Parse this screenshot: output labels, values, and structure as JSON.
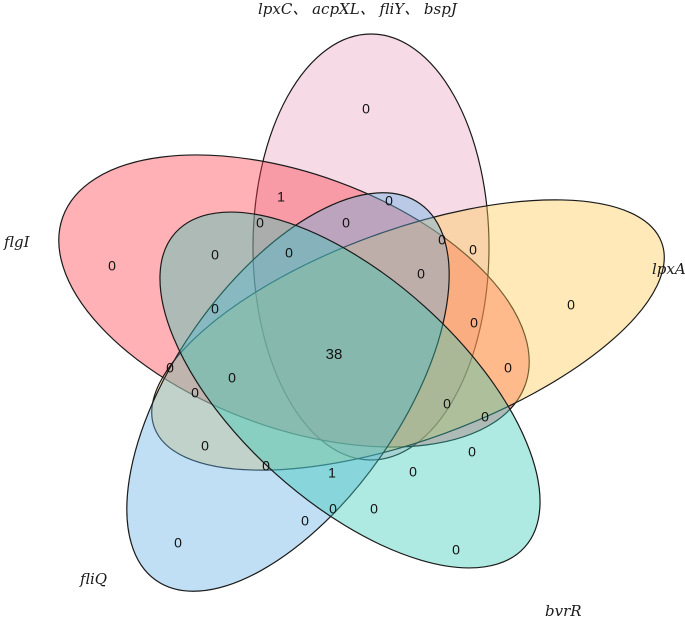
{
  "sets": [
    {
      "id": "set-a",
      "name": "lpxC、 acpXL、 fliY、 bspJ",
      "color": "#E8A6C0"
    },
    {
      "id": "set-b",
      "name": "flgI",
      "color": "#FF3B47"
    },
    {
      "id": "set-c",
      "name": "lpxA",
      "color": "#FFC94D"
    },
    {
      "id": "set-d",
      "name": "fliQ",
      "color": "#62AEE3"
    },
    {
      "id": "set-e",
      "name": "bvrR",
      "color": "#34C9B6"
    }
  ],
  "overlap_counts": {
    "a_only": "0",
    "b_only": "0",
    "c_only": "0",
    "d_only": "0",
    "e_only": "0",
    "r1": "1",
    "r2": "0",
    "r3": "0",
    "r4": "0",
    "r5": "0",
    "r6": "0",
    "r7": "0",
    "r8": "0",
    "r9": "0",
    "r10": "0",
    "r11": "0",
    "r12": "0",
    "r13": "0",
    "r14": "0",
    "r15": "0",
    "r16": "0",
    "r17": "0",
    "r18": "0",
    "r19": "0",
    "r20": "0",
    "r21": "0",
    "r22": "1",
    "r23": "0",
    "r24": "0",
    "r25": "0",
    "all_five": "38"
  }
}
